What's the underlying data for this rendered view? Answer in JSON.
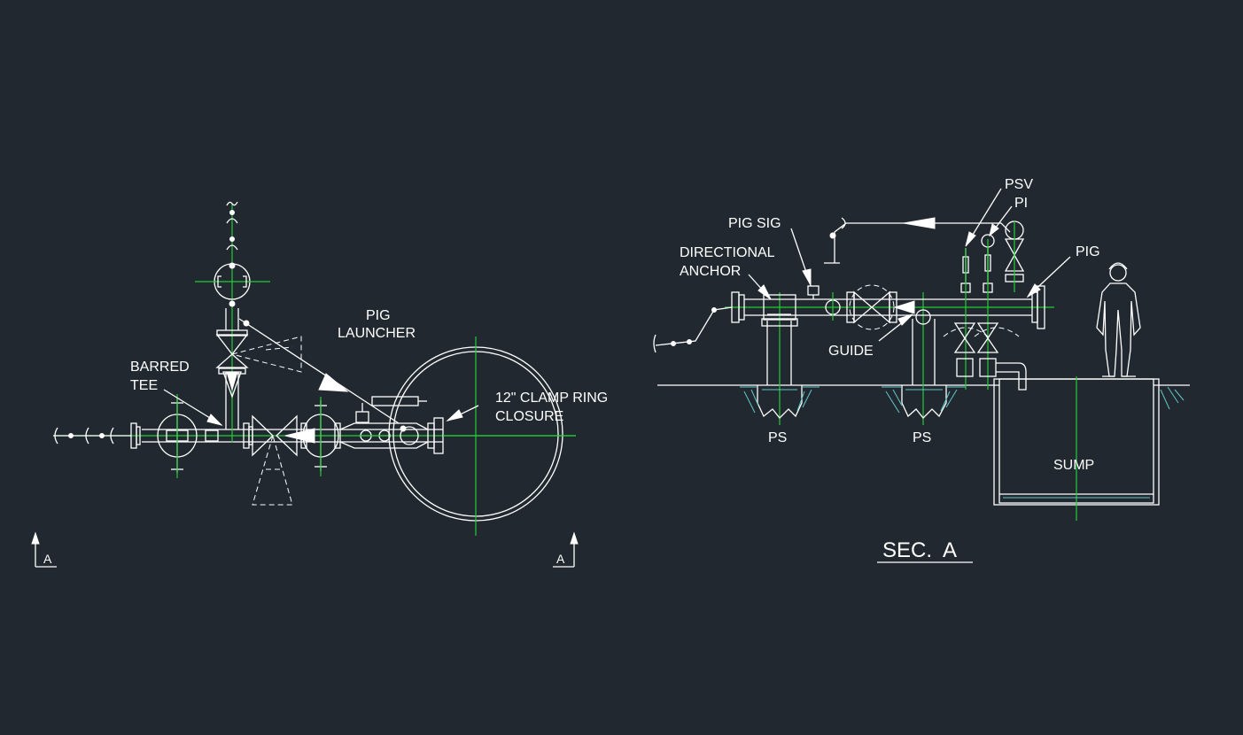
{
  "plan_view": {
    "labels": {
      "barred_tee_line1": "BARRED",
      "barred_tee_line2": "TEE",
      "pig_launcher_line1": "PIG",
      "pig_launcher_line2": "LAUNCHER",
      "clamp_ring_line1": "12\" CLAMP RING",
      "clamp_ring_line2": "CLOSURE"
    },
    "section_marker_left": "A",
    "section_marker_right": "A"
  },
  "section_view": {
    "labels": {
      "psv": "PSV",
      "pi": "PI",
      "pig_sig": "PIG SIG",
      "directional_anchor_line1": "DIRECTIONAL",
      "directional_anchor_line2": "ANCHOR",
      "pig": "PIG",
      "guide": "GUIDE",
      "ps_left": "PS",
      "ps_right": "PS",
      "sump": "SUMP"
    },
    "title": "SEC.  A"
  },
  "colors": {
    "background": "#212830",
    "linework": "#ffffff",
    "centerline": "#22cc33",
    "ground_hatch": "#5fc9c9"
  }
}
